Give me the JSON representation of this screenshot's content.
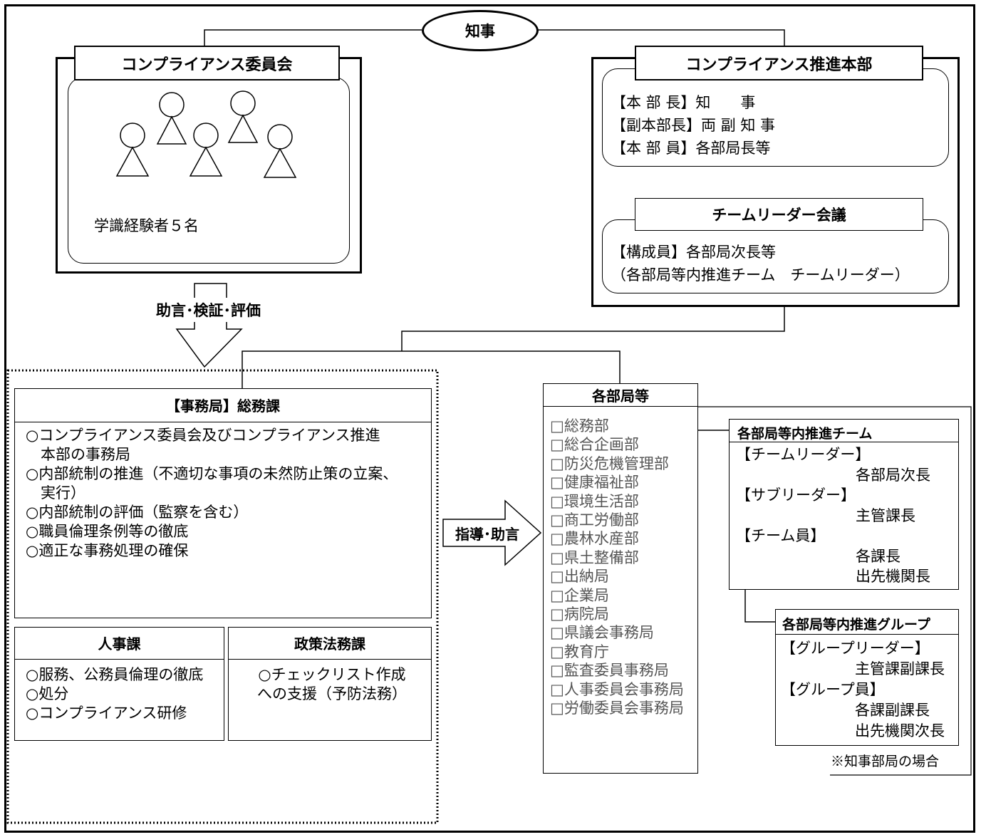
{
  "governor": "知事",
  "committee": {
    "title": "コンプライアンス委員会",
    "members": "学識経験者５名"
  },
  "hq": {
    "title": "コンプライアンス推進本部",
    "lines": [
      "【本 部 長】知　　事",
      "【副本部長】両 副 知 事",
      "【本 部 員】各部局長等"
    ]
  },
  "leader_meeting": {
    "title": "チームリーダー会議",
    "lines": [
      "【構成員】各部局次長等",
      "（各部局等内推進チーム　チームリーダー）"
    ]
  },
  "advice_label": "助言･検証･評価",
  "guidance_label": "指導･助言",
  "secretariat": {
    "title": "【事務局】総務課",
    "items": [
      "○コンプライアンス委員会及びコンプライアンス推進",
      "　本部の事務局",
      "○内部統制の推進（不適切な事項の未然防止策の立案、",
      "　実行）",
      "○内部統制の評価（監察を含む）",
      "○職員倫理条例等の徹底",
      "○適正な事務処理の確保"
    ]
  },
  "personnel": {
    "title": "人事課",
    "items": [
      "○服務、公務員倫理の徹底",
      "○処分",
      "○コンプライアンス研修"
    ]
  },
  "policy": {
    "title": "政策法務課",
    "items": [
      "○チェックリスト作成",
      "への支援（予防法務）"
    ]
  },
  "departments": {
    "title": "各部局等",
    "items": [
      "□総務部",
      "□総合企画部",
      "□防災危機管理部",
      "□健康福祉部",
      "□環境生活部",
      "□商工労働部",
      "□農林水産部",
      "□県土整備部",
      "□出納局",
      "□企業局",
      "□病院局",
      "□県議会事務局",
      "□教育庁",
      "□監査委員事務局",
      "□人事委員会事務局",
      "□労働委員会事務局"
    ]
  },
  "team": {
    "title": "各部局等内推進チーム",
    "lines": [
      "【チームリーダー】",
      "各部局次長",
      "【サブリーダー】",
      "主管課長",
      "【チーム員】",
      "各課長",
      "出先機関長"
    ]
  },
  "group": {
    "title": "各部局等内推進グループ",
    "lines": [
      "【グループリーダー】",
      "主管課副課長",
      "【グループ員】",
      "各課副課長",
      "出先機関次長"
    ]
  },
  "note": "※知事部局の場合"
}
